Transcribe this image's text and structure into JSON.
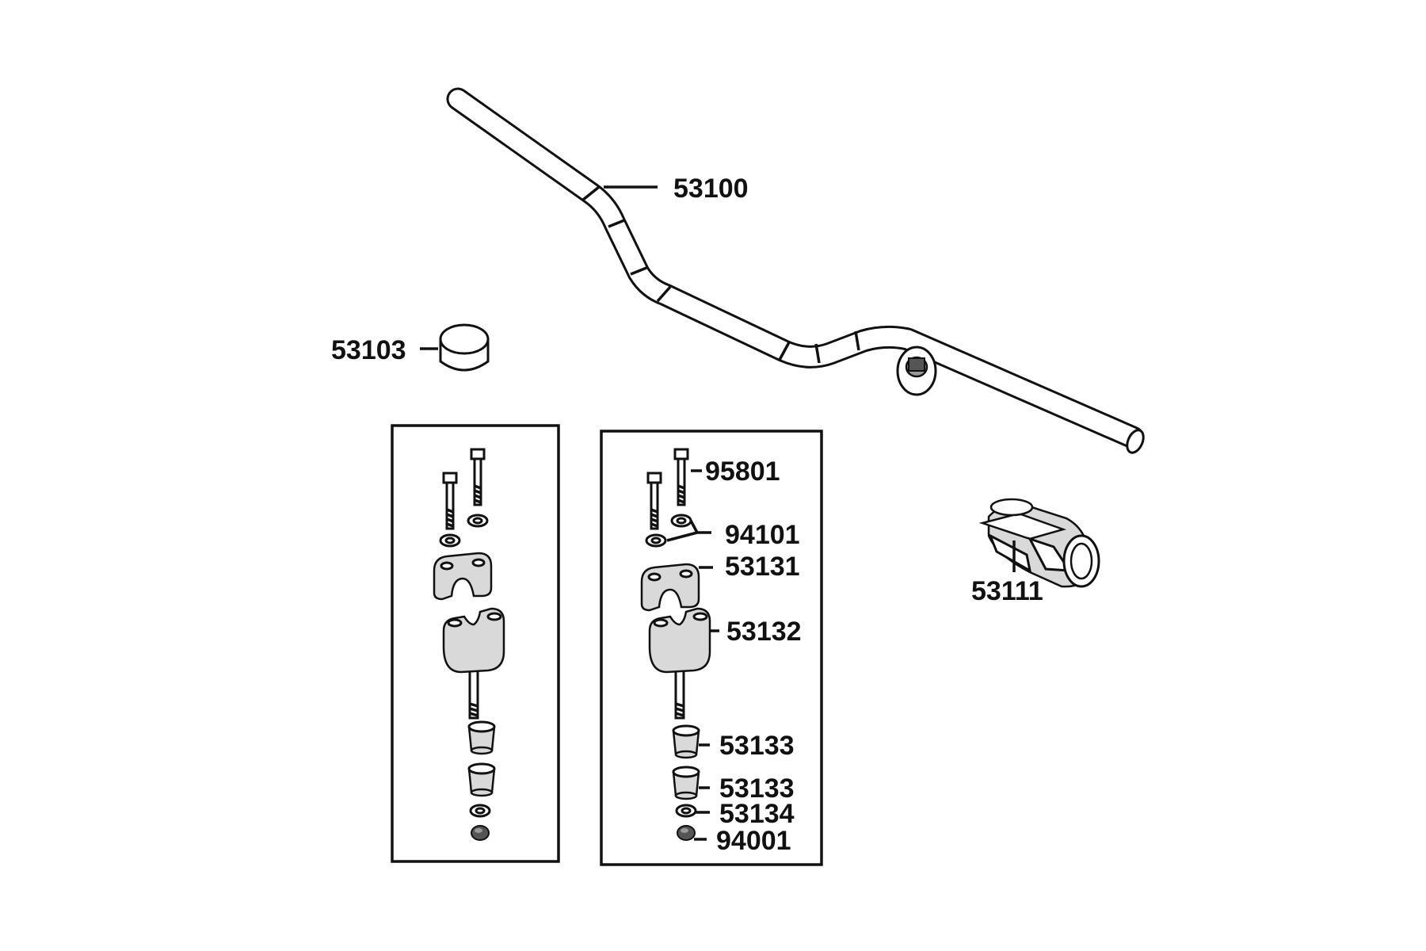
{
  "colors": {
    "line": "#111111",
    "fill": "#ffffff",
    "shade": "#d9d9d9"
  },
  "parts": [
    {
      "id": "handlebar",
      "number": "53100"
    },
    {
      "id": "bar-end-cap",
      "number": "53103"
    },
    {
      "id": "bolt",
      "number": "95801"
    },
    {
      "id": "washer",
      "number": "94101"
    },
    {
      "id": "upper-clamp",
      "number": "53131"
    },
    {
      "id": "riser",
      "number": "53132"
    },
    {
      "id": "rubber-bushing-upper",
      "number": "53133"
    },
    {
      "id": "rubber-bushing-lower",
      "number": "53133"
    },
    {
      "id": "washer-lower",
      "number": "53134"
    },
    {
      "id": "nut",
      "number": "94001"
    },
    {
      "id": "throttle-grip",
      "number": "53111"
    }
  ]
}
